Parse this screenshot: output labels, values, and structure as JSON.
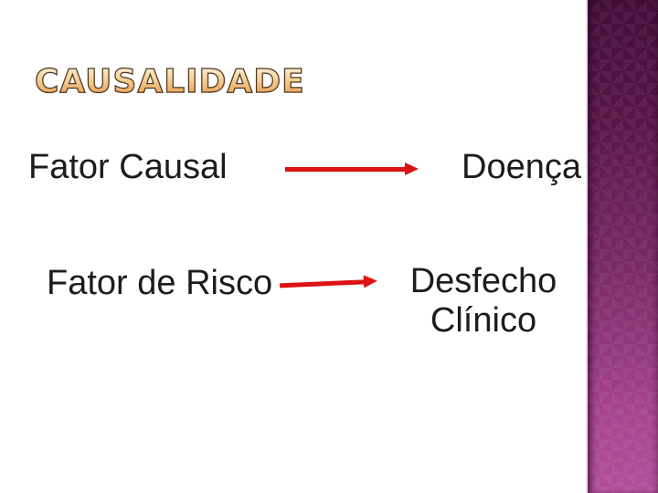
{
  "slide": {
    "title": "CAUSALIDADE",
    "diagram": {
      "rows": [
        {
          "cause": "Fator Causal",
          "effect": "Doença"
        },
        {
          "cause": "Fator de Risco",
          "effect": "Desfecho Clínico"
        }
      ]
    },
    "colors": {
      "background": "#ffffff",
      "body_text": "#1c1c1c",
      "arrow_red": "#dd1111",
      "title_fill_top": "#faeed4",
      "title_fill_bottom": "#ea9c54",
      "title_outline": "#4f3a22",
      "sidebar_gradient_top": "#430d3a",
      "sidebar_gradient_mid": "#7b2a68",
      "sidebar_gradient_bottom": "#b14f9b",
      "sidebar_edge_line": "#eddcea"
    }
  }
}
